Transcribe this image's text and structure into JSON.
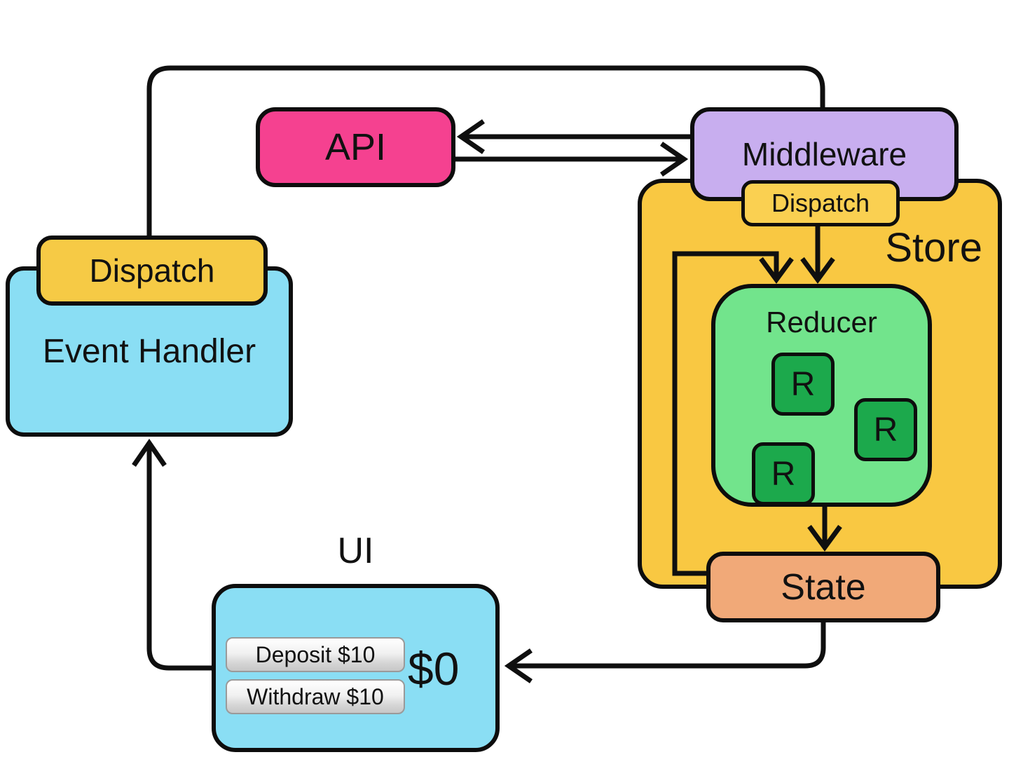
{
  "diagram": {
    "line_color": "#0f0f0f",
    "nodes": {
      "api": {
        "label": "API",
        "color": "#f54190"
      },
      "middleware": {
        "label": "Middleware",
        "color": "#c8aeef"
      },
      "store": {
        "label": "Store",
        "color": "#f9c842"
      },
      "store_dispatch": {
        "label": "Dispatch",
        "color": "#fad051"
      },
      "reducer": {
        "label": "Reducer",
        "color": "#72e48c",
        "r_color": "#1ca94c",
        "reducers": [
          "R",
          "R",
          "R"
        ]
      },
      "state": {
        "label": "State",
        "color": "#f1a978"
      },
      "dispatch": {
        "label": "Dispatch",
        "color": "#f6ca45"
      },
      "event_handler": {
        "label": "Event Handler",
        "color": "#8adef4"
      },
      "ui": {
        "label": "UI",
        "color": "#8adef4",
        "balance": "$0",
        "buttons": [
          {
            "label": "Deposit $10"
          },
          {
            "label": "Withdraw $10"
          }
        ]
      }
    }
  }
}
